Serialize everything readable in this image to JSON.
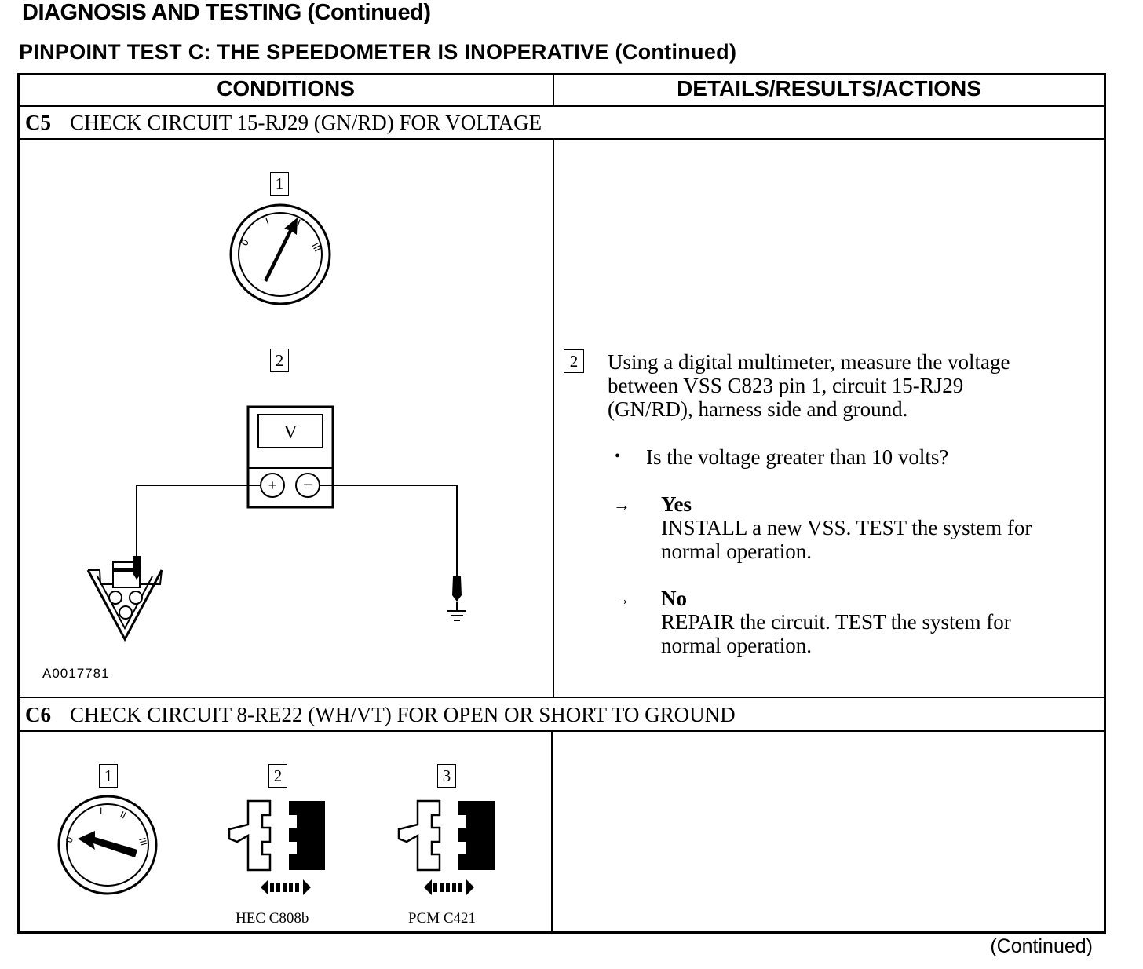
{
  "page_title": "DIAGNOSIS AND TESTING (Continued)",
  "test_title": "PINPOINT TEST C: THE SPEEDOMETER IS INOPERATIVE (Continued)",
  "table": {
    "col_conditions": "CONDITIONS",
    "col_details": "DETAILS/RESULTS/ACTIONS"
  },
  "c5": {
    "id": "C5",
    "title": "CHECK CIRCUIT 15-RJ29 (GN/RD) FOR VOLTAGE",
    "fig_step1": "1",
    "fig_step2": "2",
    "meter_label": "V",
    "meter_plus": "+",
    "meter_minus": "−",
    "switch_labels": [
      "0",
      "I",
      "II",
      "III"
    ],
    "figure_id": "A0017781",
    "detail_step": "2",
    "instruction_lines": [
      "Using a digital multimeter, measure the voltage",
      "between VSS C823 pin 1, circuit 15-RJ29",
      "(GN/RD), harness side and ground."
    ],
    "question": "Is the voltage greater than 10 volts?",
    "yes_label": "Yes",
    "yes_lines": [
      "INSTALL a new VSS. TEST the system for",
      "normal operation."
    ],
    "no_label": "No",
    "no_lines": [
      "REPAIR the circuit. TEST the system for",
      "normal operation."
    ]
  },
  "c6": {
    "id": "C6",
    "title": "CHECK CIRCUIT 8-RE22 (WH/VT) FOR OPEN OR SHORT TO GROUND",
    "fig_step1": "1",
    "fig_step2": "2",
    "fig_step3": "3",
    "connector1": "HEC C808b",
    "connector2": "PCM C421"
  },
  "continued": "(Continued)"
}
